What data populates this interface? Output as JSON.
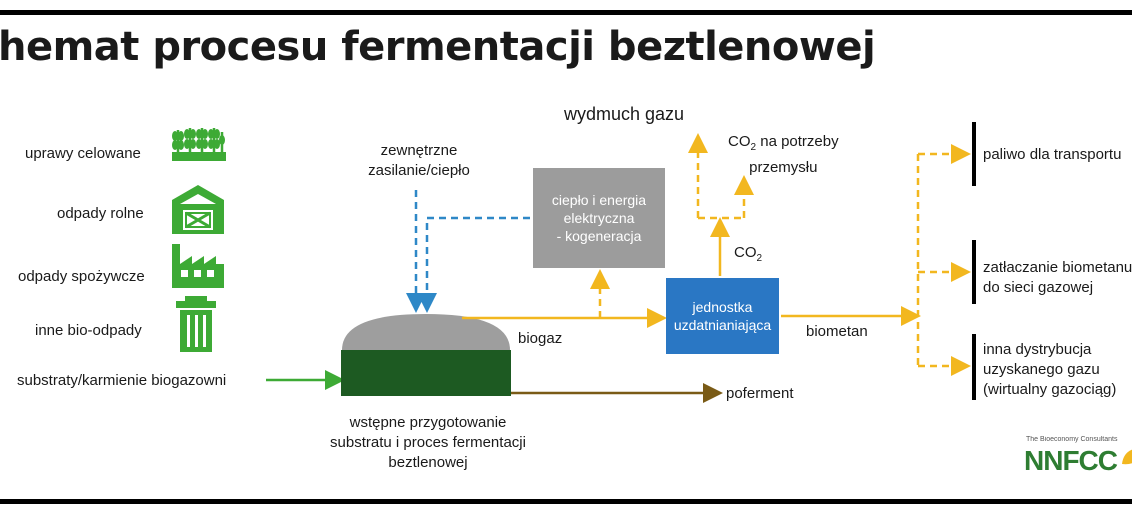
{
  "title": "hemat procesu fermentacji beztlenowej",
  "colors": {
    "green": "#3daa35",
    "dark_green": "#1d5a22",
    "yellow": "#f2b71f",
    "blue": "#2e88c7",
    "box_blue": "#2a77c4",
    "box_gray": "#9c9c9c",
    "dome_gray": "#9e9e9e",
    "brown": "#7a5b16"
  },
  "sources": [
    {
      "label": "uprawy celowane",
      "icon": "wheat-icon"
    },
    {
      "label": "odpady rolne",
      "icon": "barn-icon"
    },
    {
      "label": "odpady spożywcze",
      "icon": "factory-icon"
    },
    {
      "label": "inne bio-odpady",
      "icon": "trash-bin-icon"
    }
  ],
  "labels": {
    "feed": "substraty/karmienie biogazowni",
    "external_line1": "zewnętrzne",
    "external_line2": "zasilanie/ciepło",
    "exhaust": "wydmuch gazu",
    "co2_top_line1_a": "CO",
    "co2_top_line1_sub": "2",
    "co2_top_line1_b": " na potrzeby",
    "co2_top_line2": "przemysłu",
    "co2_a": "CO",
    "co2_sub": "2",
    "biogas": "biogaz",
    "biomethane": "biometan",
    "digestate": "poferment",
    "digester_line1": "wstępne przygotowanie",
    "digester_line2": "substratu i proces fermentacji",
    "digester_line3": "beztlenowej"
  },
  "boxes": {
    "chp_line1": "ciepło i energia",
    "chp_line2": "elektryczna",
    "chp_line3": "- kogeneracja",
    "upgrade_line1": "jednostka",
    "upgrade_line2": "uzdatnianiająca"
  },
  "outputs": [
    {
      "line1": "paliwo dla transportu",
      "line2": ""
    },
    {
      "line1": "zatłaczanie biometanu",
      "line2": "do sieci gazowej"
    },
    {
      "line1": "inna dystrybucja",
      "line2": "uzyskanego gazu",
      "line3": "(wirtualny gazociąg)"
    }
  ],
  "logo": {
    "tagline": "The Bioeconomy Consultants",
    "name": "NNFCC"
  }
}
